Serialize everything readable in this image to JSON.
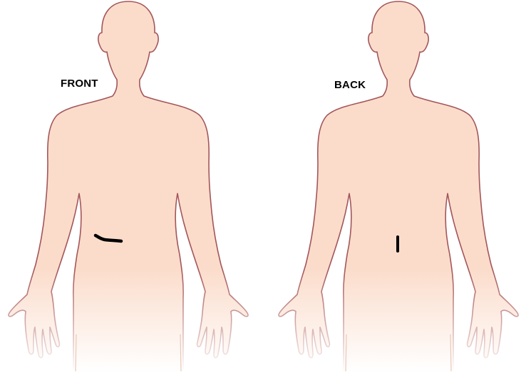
{
  "labels": {
    "front": "FRONT",
    "back": "BACK"
  },
  "colors": {
    "skin": "#fbdccb",
    "outline": "#a3565a",
    "mark": "#000000",
    "background": "#ffffff"
  },
  "marks": [
    {
      "view": "front",
      "shape": "horizontal-stroke",
      "description_region": "lower-right-abdomen"
    },
    {
      "view": "back",
      "shape": "vertical-stroke",
      "description_region": "lower-back-midline"
    }
  ]
}
